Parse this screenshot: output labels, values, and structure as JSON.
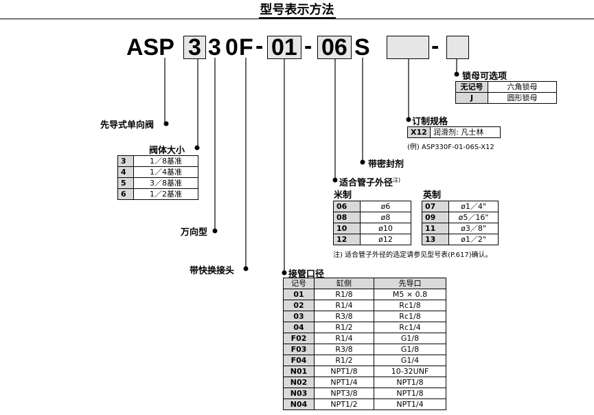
{
  "title": "型号表示方法",
  "code": {
    "prefix": "ASP",
    "size": "3",
    "swivel": "3",
    "zero": "0",
    "fitting": "F",
    "dash1": "-",
    "port": "01",
    "dash2": "-",
    "tube": "06",
    "seal": "S",
    "dash3": "-"
  },
  "labels": {
    "check_valve": "先导式单向阀",
    "body_size": "阀体大小",
    "swivel": "万向型",
    "quick_fitting": "带快换接头",
    "port_size": "接管口径",
    "tube_od": "适合管子外径",
    "tube_od_note_mark": "注)",
    "metric": "米制",
    "inch": "英制",
    "sealant": "带密封剂",
    "custom": "订制规格",
    "lock_nut": "锁母可选项"
  },
  "body_size_rows": [
    [
      "3",
      "1／8基准"
    ],
    [
      "4",
      "1／4基准"
    ],
    [
      "5",
      "3／8基准"
    ],
    [
      "6",
      "1／2基准"
    ]
  ],
  "lock_nut_rows": [
    [
      "无记号",
      "六角锁母"
    ],
    [
      "J",
      "圆形锁母"
    ]
  ],
  "custom_row": [
    "X12",
    "润滑剂: 凡士林"
  ],
  "custom_example": "(例) ASP330F-01-06S-X12",
  "metric_rows": [
    [
      "06",
      "ø6"
    ],
    [
      "08",
      "ø8"
    ],
    [
      "10",
      "ø10"
    ],
    [
      "12",
      "ø12"
    ]
  ],
  "inch_rows": [
    [
      "07",
      "ø1／4\""
    ],
    [
      "09",
      "ø5／16\""
    ],
    [
      "11",
      "ø3／8\""
    ],
    [
      "13",
      "ø1／2\""
    ]
  ],
  "tube_note": "注) 适合管子外径的选定请参见型号表(P.617)确认。",
  "port_table": {
    "headers": [
      "记号",
      "缸侧",
      "先导口"
    ],
    "rows": [
      [
        "01",
        "R1/8",
        "M5 × 0.8"
      ],
      [
        "02",
        "R1/4",
        "Rc1/8"
      ],
      [
        "03",
        "R3/8",
        "Rc1/8"
      ],
      [
        "04",
        "R1/2",
        "Rc1/4"
      ],
      [
        "F02",
        "R1/4",
        "G1/8"
      ],
      [
        "F03",
        "R3/8",
        "G1/8"
      ],
      [
        "F04",
        "R1/2",
        "G1/4"
      ],
      [
        "N01",
        "NPT1/8",
        "10-32UNF"
      ],
      [
        "N02",
        "NPT1/4",
        "NPT1/8"
      ],
      [
        "N03",
        "NPT3/8",
        "NPT1/8"
      ],
      [
        "N04",
        "NPT1/2",
        "NPT1/4"
      ]
    ]
  }
}
